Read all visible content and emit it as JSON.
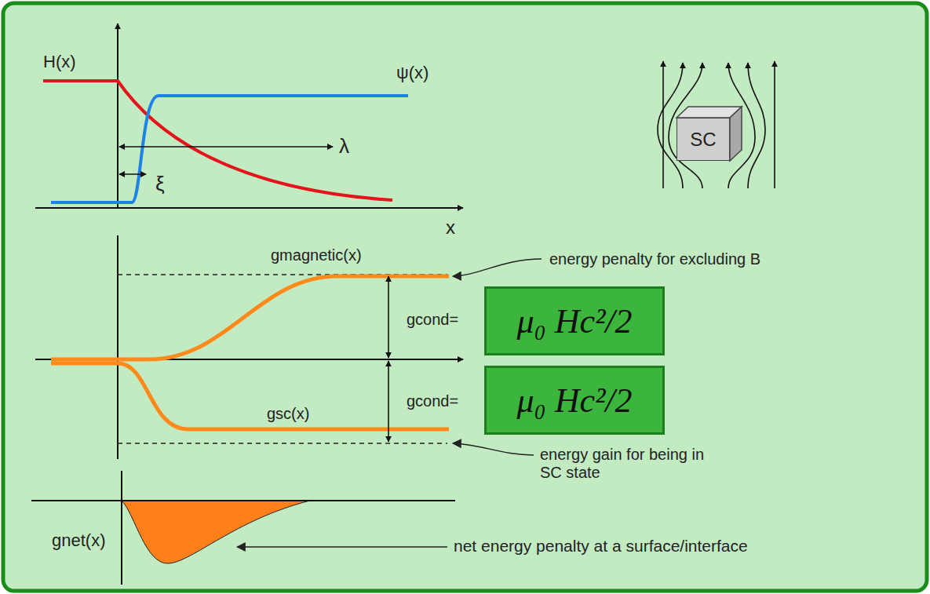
{
  "diagram": {
    "nodes": [
      {
        "text": [
          "SC"
        ]
      },
      {
        "text": [
          "μ₀ Hc²/2"
        ]
      },
      {
        "text": [
          "μ₀ Hc²/2"
        ]
      }
    ],
    "labels": [
      "H(x)",
      "ψ(x)",
      "λ",
      "ξ",
      "x",
      "gmagnetic(x)",
      "energy penalty for excluding B",
      "gcond=",
      "gcond=",
      "gsc(x)",
      "energy gain for being in SC state",
      "gnet(x)",
      "net energy penalty at a surface/interface"
    ]
  }
}
